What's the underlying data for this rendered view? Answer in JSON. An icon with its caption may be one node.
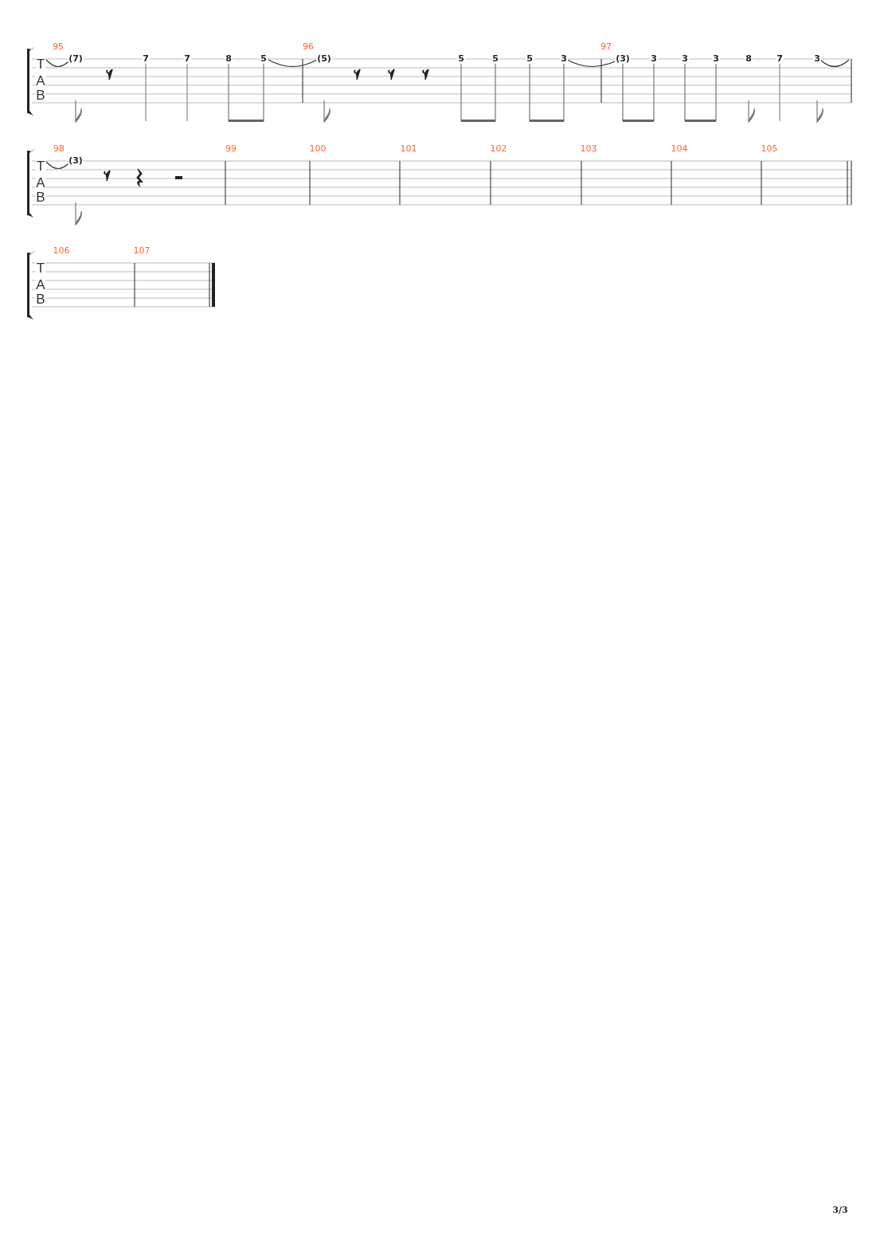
{
  "diagram": {
    "labels": [
      "T",
      "A",
      "B",
      "95",
      "(7)",
      "7",
      "7",
      "8",
      "5",
      "96",
      "(5)",
      "5",
      "5",
      "5",
      "3",
      "97",
      "(3)",
      "3",
      "3",
      "3",
      "8",
      "7",
      "3",
      "T",
      "A",
      "B",
      "98",
      "(3)",
      "99",
      "100",
      "101",
      "102",
      "103",
      "104",
      "105",
      "T",
      "A",
      "B",
      "106",
      "107",
      "3/3"
    ]
  }
}
